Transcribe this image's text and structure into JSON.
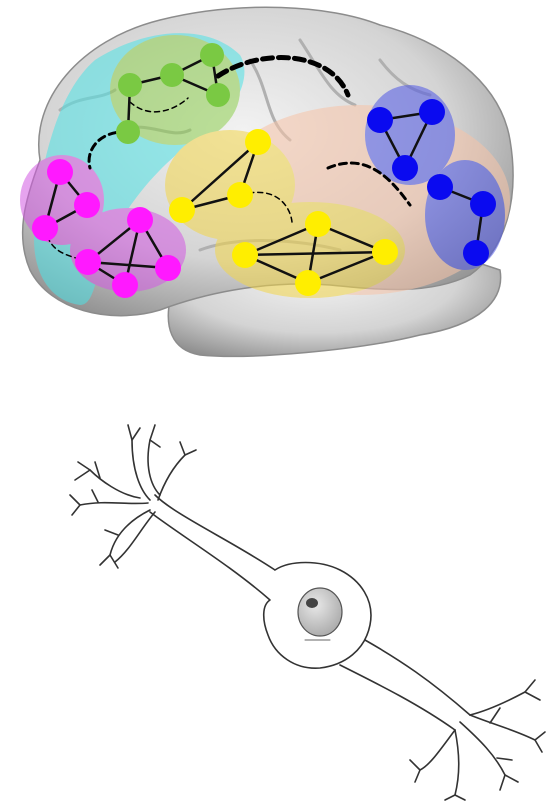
{
  "figure": {
    "brain": {
      "surface_color": "#d9d9d9",
      "regions": [
        {
          "id": "green",
          "fill": "#7ac943",
          "halo": "#9fd46e"
        },
        {
          "id": "cyan",
          "fill": "#40e0e0",
          "halo": "#56e8ea"
        },
        {
          "id": "magenta",
          "fill": "#ff19ff",
          "halo": "#c04fd8"
        },
        {
          "id": "yellow",
          "fill": "#ffee00",
          "halo": "#f0d84a"
        },
        {
          "id": "blue",
          "fill": "#0a0af0",
          "halo": "#5a5ae0"
        },
        {
          "id": "peach",
          "fill": "#f5b99a",
          "halo": "#f7c8ad"
        }
      ],
      "edge_color": "#000000"
    },
    "neuron": {
      "stroke": "#333333",
      "nucleus_fill": "#c8c8c8"
    }
  }
}
